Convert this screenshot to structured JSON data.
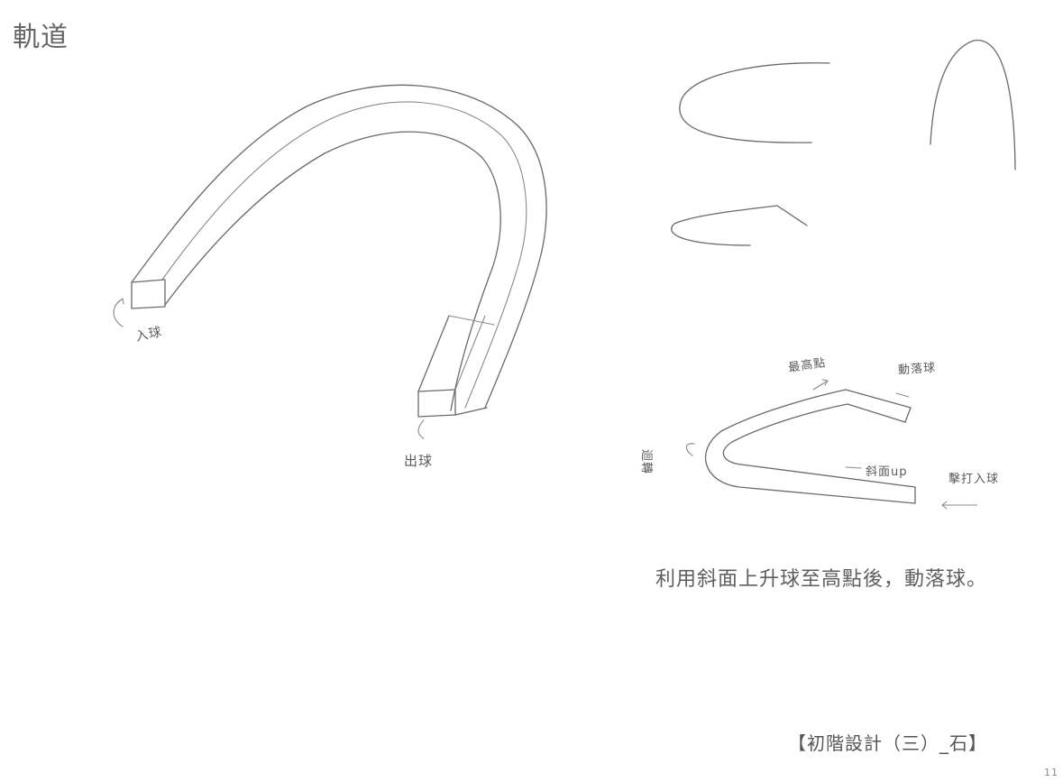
{
  "title": "軌道",
  "sketch": {
    "label_ball_in": "入球",
    "label_ball_out": "出球",
    "label_highest_point": "最高點",
    "label_drop_ball": "動落球",
    "label_slope": "斜面up",
    "label_hit_in": "擊打入球",
    "label_turn": "迴轉"
  },
  "caption": "利用斜面上升球至高點後，動落球。",
  "footer": {
    "label": "【初階設計（三）_石】",
    "page_number": "11"
  }
}
